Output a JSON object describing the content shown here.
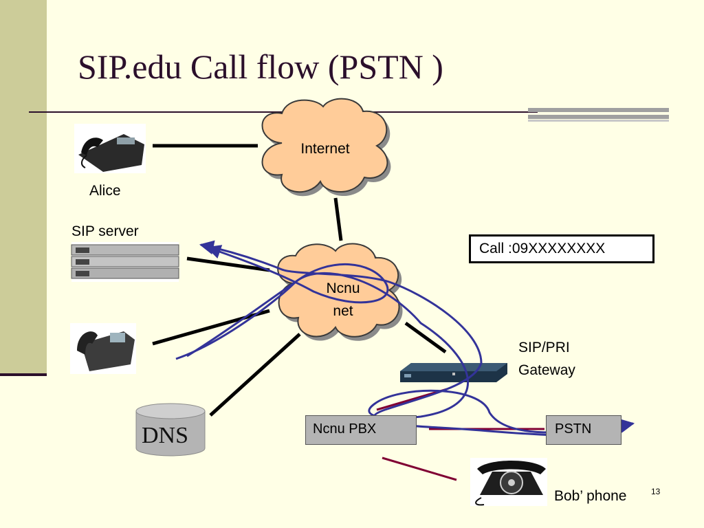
{
  "slide": {
    "title": "SIP.edu Call flow (PSTN )",
    "number": "13"
  },
  "nodes": {
    "internet": "Internet",
    "ncnu_net_line1": "Ncnu",
    "ncnu_net_line2": "net",
    "alice": "Alice",
    "sip_server": "SIP server",
    "call_box": "Call :09XXXXXXXX",
    "gateway_line1": "SIP/PRI",
    "gateway_line2": "Gateway",
    "dns": "DNS",
    "pbx": "Ncnu PBX",
    "pstn": "PSTN",
    "bob_phone": "Bob’ phone"
  },
  "colors": {
    "background": "#FFFFE6",
    "side_band": "#CCCC99",
    "title": "#2B0F2B",
    "cloud_fill": "#FFCC99",
    "flow_arrow": "#333399",
    "pstn_link": "#800033",
    "box_fill": "#B4B4B4"
  }
}
